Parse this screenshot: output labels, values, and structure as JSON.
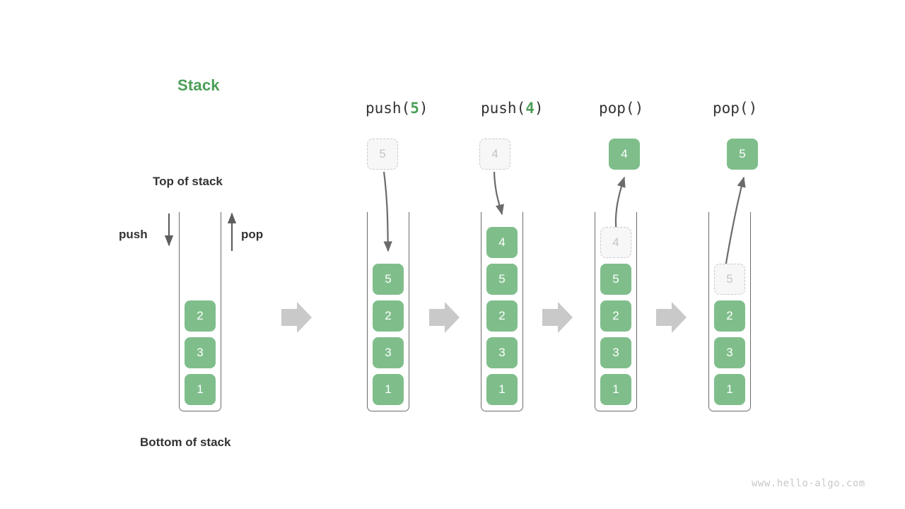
{
  "diagram": {
    "title": "Stack",
    "title_color": "#4c9e58",
    "fill_color": "#7fbe8b",
    "ghost_color": "#c4c4c4",
    "watermark": "www.hello-algo.com"
  },
  "annotations": {
    "top_of_stack": "Top of stack",
    "bottom_of_stack": "Bottom of stack",
    "push_label": "push",
    "pop_label": "pop"
  },
  "columns": [
    {
      "id": "initial",
      "header": null,
      "header_prefix": null,
      "header_arg": null,
      "header_suffix": null,
      "stack": [
        "2",
        "3",
        "1"
      ],
      "ghost_in_stack": null,
      "floating_box": null,
      "floating_box_state": null
    },
    {
      "id": "push-5",
      "header": "push(5)",
      "header_prefix": "push(",
      "header_arg": "5",
      "header_suffix": ")",
      "stack": [
        "5",
        "2",
        "3",
        "1"
      ],
      "ghost_in_stack": null,
      "floating_box": "5",
      "floating_box_state": "ghost"
    },
    {
      "id": "push-4",
      "header": "push(4)",
      "header_prefix": "push(",
      "header_arg": "4",
      "header_suffix": ")",
      "stack": [
        "4",
        "5",
        "2",
        "3",
        "1"
      ],
      "ghost_in_stack": null,
      "floating_box": "4",
      "floating_box_state": "ghost"
    },
    {
      "id": "pop-1",
      "header": "pop()",
      "header_prefix": "pop()",
      "header_arg": "",
      "header_suffix": "",
      "stack": [
        "5",
        "2",
        "3",
        "1"
      ],
      "ghost_in_stack": "4",
      "floating_box": "4",
      "floating_box_state": "filled"
    },
    {
      "id": "pop-2",
      "header": "pop()",
      "header_prefix": "pop()",
      "header_arg": "",
      "header_suffix": "",
      "stack": [
        "2",
        "3",
        "1"
      ],
      "ghost_in_stack": "5",
      "floating_box": "5",
      "floating_box_state": "filled"
    }
  ],
  "transition_arrows": 4
}
